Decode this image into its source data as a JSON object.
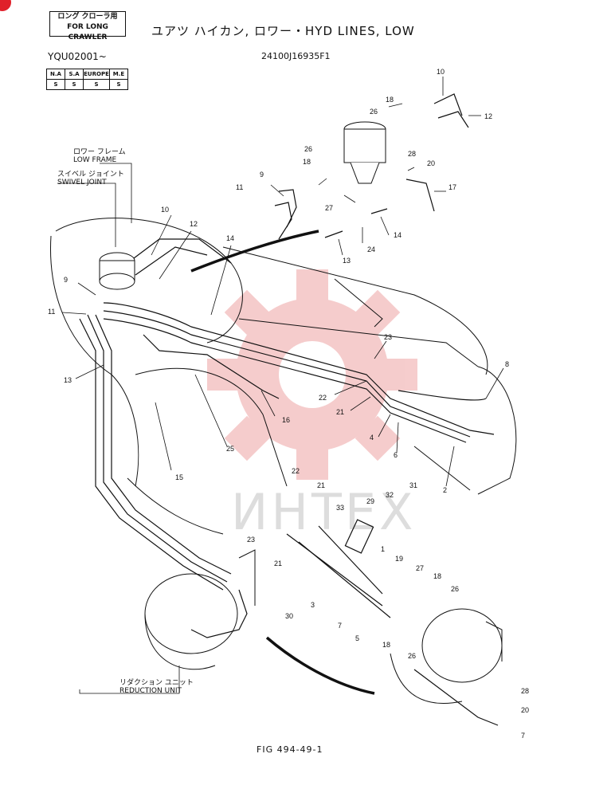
{
  "header": {
    "tag_line1": "ロング クローラ用",
    "tag_line2": "FOR LONG CRAWLER",
    "title": "ユアツ ハイカン, ロワー・HYD LINES, LOW",
    "serial": "YQU02001~",
    "part_number": "24100J16935F1"
  },
  "spec_table": {
    "headers": [
      "N.A",
      "S.A",
      "EUROPE",
      "M.E"
    ],
    "values": [
      "S",
      "S",
      "S",
      "S"
    ]
  },
  "labels": {
    "low_frame_jp": "ロワー フレーム",
    "low_frame": "LOW FRAME",
    "swivel_joint_jp": "スイベル ジョイント",
    "swivel_joint": "SWIVEL JOINT",
    "reduction_unit_jp": "リダクション ユニット",
    "reduction_unit": "REDUCTION UNIT"
  },
  "callouts": [
    "1",
    "2",
    "3",
    "4",
    "5",
    "6",
    "7",
    "8",
    "9",
    "10",
    "11",
    "12",
    "13",
    "14",
    "15",
    "16",
    "17",
    "18",
    "19",
    "20",
    "21",
    "22",
    "23",
    "24",
    "25",
    "26",
    "27",
    "28",
    "29",
    "30",
    "31",
    "32",
    "33"
  ],
  "figure": "FIG 494-49-1",
  "watermark": "ИНТЕХ",
  "colors": {
    "watermark_gear": "#f4c4c4",
    "brand_dot": "#e0202a"
  }
}
